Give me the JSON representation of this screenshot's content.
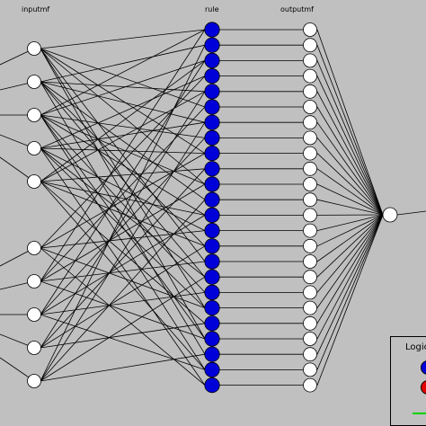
{
  "labels": {
    "input": "inputmf",
    "rule": "rule",
    "output": "outputmf",
    "legend": "Logica"
  },
  "colors": {
    "background": "#c0c0c0",
    "node_input": "#ffffff",
    "node_rule": "#0000d8",
    "node_output": "#ffffff",
    "edge": "#000000",
    "legend_and": "#0000d8",
    "legend_or": "#e00000",
    "legend_not": "#00d000"
  },
  "network": {
    "input_mf_count": 10,
    "input_groups": [
      5,
      5
    ],
    "rule_count": 24,
    "output_mf_count": 24,
    "aggregate_node_count": 1
  }
}
